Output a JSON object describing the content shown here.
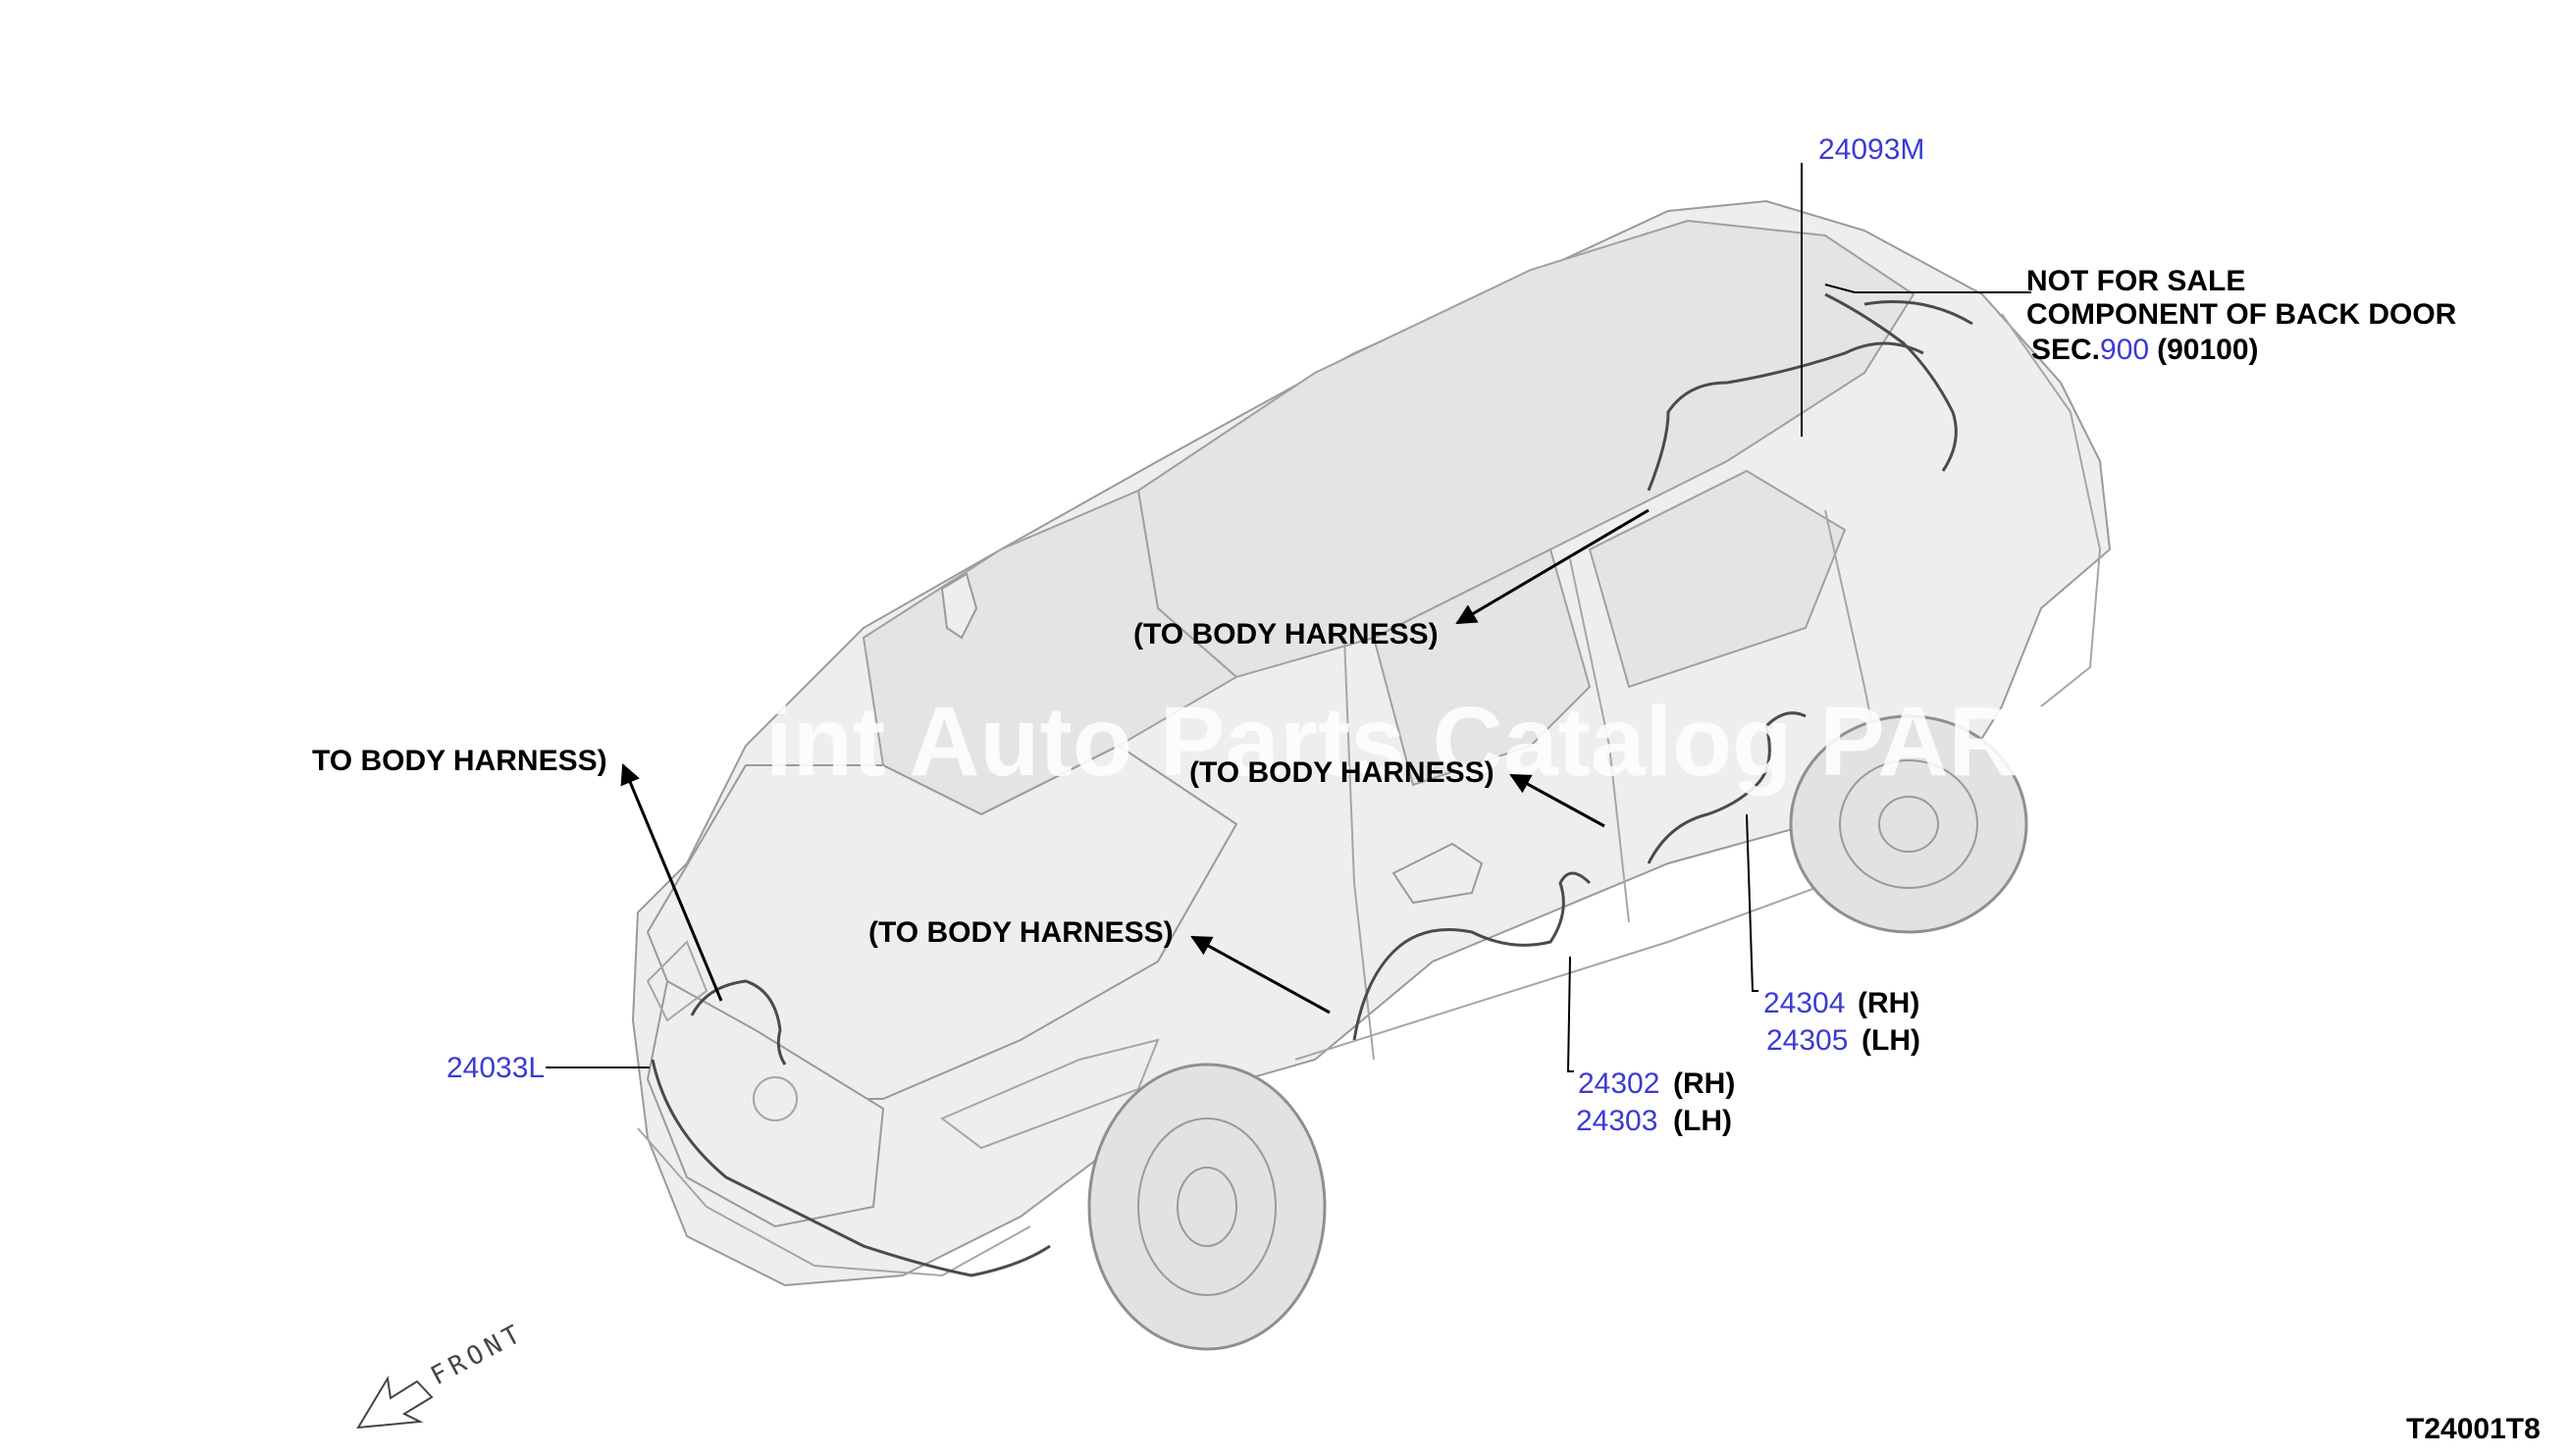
{
  "colors": {
    "part_link": "#3a3ad6",
    "label": "#000000",
    "watermark": "#ffffff"
  },
  "watermark": "int Auto Parts Catalog PARTS7",
  "labels": {
    "to_body_harness_top": "(TO BODY HARNESS)",
    "to_body_harness_left": "TO BODY HARNESS)",
    "to_body_harness_center": "(TO BODY HARNESS)",
    "to_body_harness_lower": "(TO BODY HARNESS)",
    "not_for_sale": "NOT FOR SALE",
    "component_of": "COMPONENT OF BACK DOOR",
    "sec_prefix": "SEC.",
    "sec_number": "900",
    "sec_suffix": "(90100)"
  },
  "parts": {
    "p24093M": "24093M",
    "p24033L": "24033L",
    "p24302": "24302",
    "p24302_side": "(RH)",
    "p24303": "24303",
    "p24303_side": "(LH)",
    "p24304": "24304",
    "p24304_side": "(RH)",
    "p24305": "24305",
    "p24305_side": "(LH)"
  },
  "front_label": "FRONT",
  "diagram_code": "T24001T8"
}
